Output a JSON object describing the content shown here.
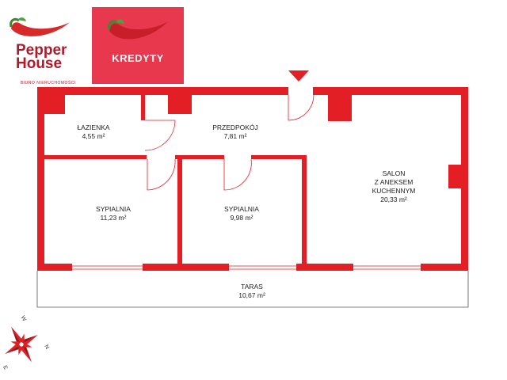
{
  "branding": {
    "logo_line1": "Pepper",
    "logo_line2": "House",
    "logo_subtitle": "BIURO NIERUCHOMOŚCI",
    "kredyty_label": "KREDYTY",
    "brand_red": "#e8384d",
    "dark_red": "#b01a2a"
  },
  "floorplan": {
    "wall_color": "#e31e24",
    "rooms": [
      {
        "id": "lazienka",
        "lines": [
          "ŁAZIENKA",
          "4,55 m²"
        ]
      },
      {
        "id": "przedpokoj",
        "lines": [
          "PRZEDPOKÓJ",
          "7,81 m²"
        ]
      },
      {
        "id": "salon",
        "lines": [
          "SALON",
          "Z ANEKSEM",
          "KUCHENNYM",
          "20,33 m²"
        ]
      },
      {
        "id": "sypialnia1",
        "lines": [
          "SYPIALNIA",
          "11,23 m²"
        ]
      },
      {
        "id": "sypialnia2",
        "lines": [
          "SYPIALNIA",
          "9,98 m²"
        ]
      },
      {
        "id": "taras",
        "lines": [
          "TARAS",
          "10,67 m²"
        ]
      }
    ]
  },
  "compass": {
    "north": "N",
    "west": "W",
    "east": "E"
  }
}
